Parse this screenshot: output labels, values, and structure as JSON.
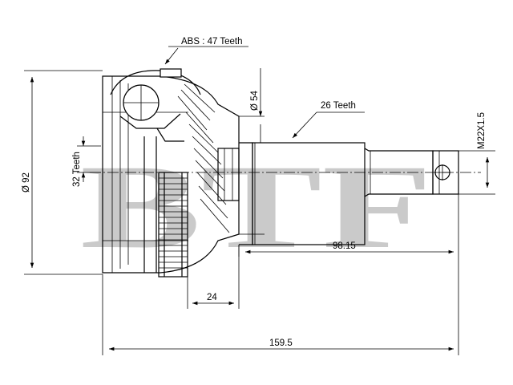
{
  "watermark": "BTF",
  "labels": {
    "abs_teeth": "ABS : 47 Teeth",
    "outer_teeth": "26 Teeth",
    "inner_teeth": "32 Teeth",
    "outer_diameter": "Ø 92",
    "seal_diameter": "Ø 54",
    "thread": "M22X1.5",
    "shaft_length": "98.15",
    "inner_length": "24",
    "overall_length": "159.5"
  },
  "colors": {
    "line": "#000000",
    "watermark": "#b8b8b8",
    "background": "#ffffff"
  }
}
